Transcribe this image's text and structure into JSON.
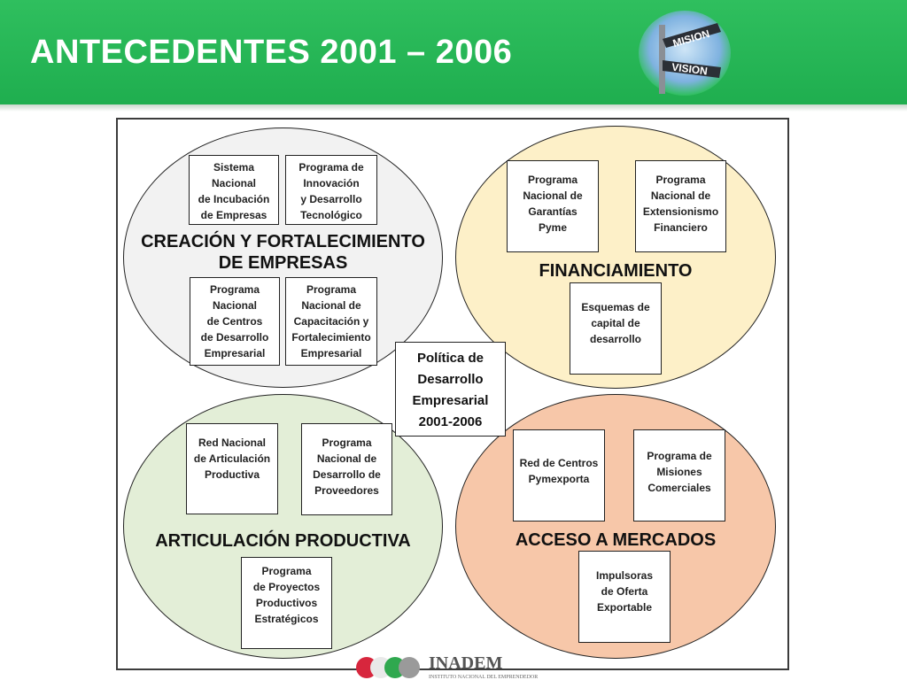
{
  "slide": {
    "title": "ANTECEDENTES 2001 – 2006",
    "badge": {
      "sign_top": "MISION",
      "sign_bottom": "VISION"
    },
    "colors": {
      "header": "#23b455",
      "ellipse_creacion": "#f2f2f2",
      "ellipse_financiamiento": "#fdf0c8",
      "ellipse_articulacion": "#e3eed7",
      "ellipse_mercados": "#f7c7a9"
    }
  },
  "center": {
    "text": "Política de\nDesarrollo\nEmpresarial\n2001-2006"
  },
  "areas": {
    "creacion": {
      "label": "CREACIÓN Y FORTALECIMIENTO\nDE EMPRESAS",
      "programs": [
        "Sistema\nNacional\nde Incubación\nde Empresas",
        "Programa de\nInnovación\ny Desarrollo\nTecnológico",
        "Programa\nNacional\nde Centros\nde Desarrollo\nEmpresarial",
        "Programa\nNacional de\nCapacitación y\nFortalecimiento\nEmpresarial"
      ]
    },
    "financiamiento": {
      "label": "FINANCIAMIENTO",
      "programs": [
        "Programa\nNacional de\nGarantías\nPyme",
        "Programa\nNacional de\nExtensionismo\nFinanciero",
        "Esquemas de\ncapital de\ndesarrollo"
      ]
    },
    "articulacion": {
      "label": "ARTICULACIÓN PRODUCTIVA",
      "programs": [
        "Red Nacional\nde Articulación\nProductiva",
        "Programa\nNacional de\nDesarrollo de\nProveedores",
        "Programa\nde Proyectos\nProductivos\nEstratégicos"
      ]
    },
    "mercados": {
      "label": "ACCESO A MERCADOS",
      "programs": [
        "Red de Centros\nPymexporta",
        "Programa de\nMisiones\nComerciales",
        "Impulsoras\nde Oferta\nExportable"
      ]
    }
  },
  "footer": {
    "brand": "INADEM",
    "subtitle": "INSTITUTO NACIONAL DEL EMPRENDEDOR"
  }
}
